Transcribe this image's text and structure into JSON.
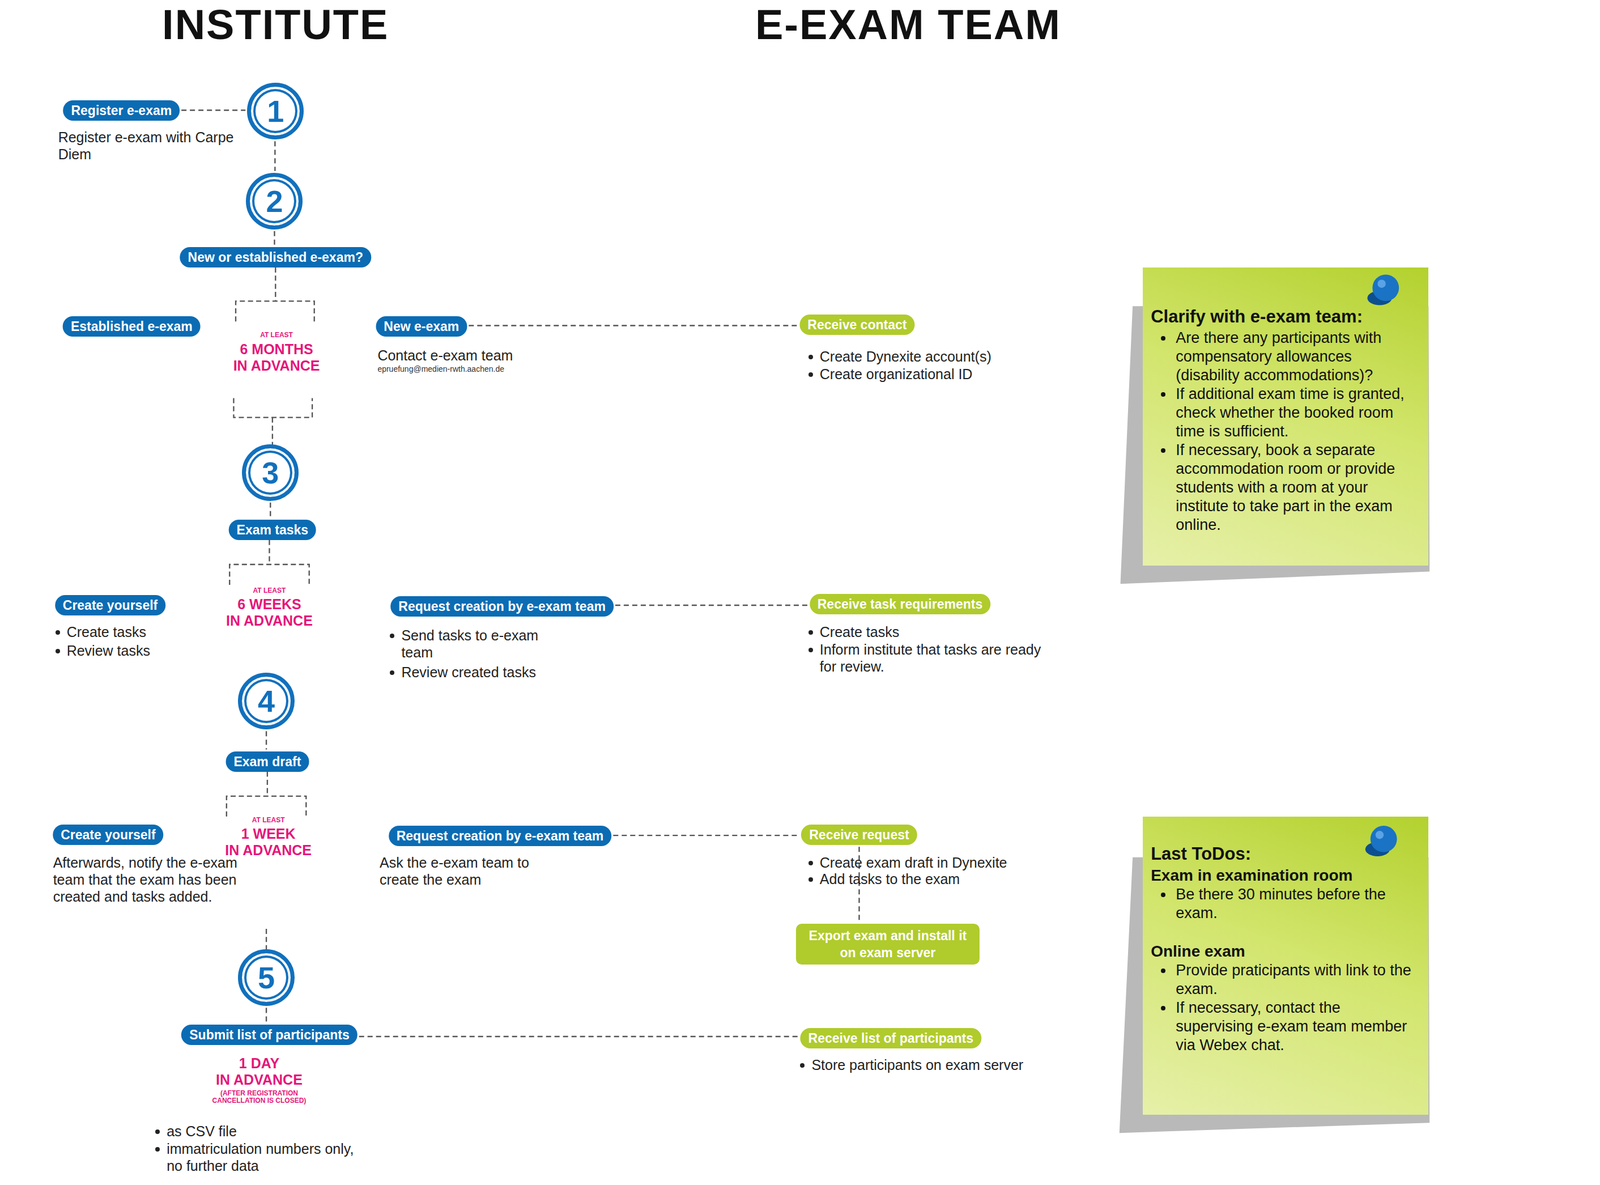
{
  "diagram": {
    "nodes": [
      {
        "text": [
          "1"
        ]
      },
      {
        "text": [
          "Register e-exam"
        ]
      },
      {
        "text": [
          "2"
        ]
      },
      {
        "text": [
          "New or established e-exam?"
        ]
      },
      {
        "text": [
          "Established e-exam"
        ]
      },
      {
        "text": [
          "New e-exam"
        ]
      },
      {
        "text": [
          "Receive contact"
        ]
      },
      {
        "text": [
          "3"
        ]
      },
      {
        "text": [
          "Exam tasks"
        ]
      },
      {
        "text": [
          "Create yourself"
        ]
      },
      {
        "text": [
          "Request creation by e-exam team"
        ]
      },
      {
        "text": [
          "Receive task requirements"
        ]
      },
      {
        "text": [
          "4"
        ]
      },
      {
        "text": [
          "Exam draft"
        ]
      },
      {
        "text": [
          "Create yourself"
        ]
      },
      {
        "text": [
          "Request creation by e-exam team"
        ]
      },
      {
        "text": [
          "Receive request"
        ]
      },
      {
        "text": [
          "Export exam and install it on exam server"
        ]
      },
      {
        "text": [
          "5"
        ]
      },
      {
        "text": [
          "Submit list of participants"
        ]
      },
      {
        "text": [
          "Receive list of participants"
        ]
      },
      {
        "text": [
          "Clarify with e-exam team:",
          "Are there any participants with compensatory allowances (disability accommodations)?",
          "If additional exam time is granted, check whether the booked room time is sufficient.",
          "If necessary, book a separate accommodation room or provide students with a room at your institute to take part in the exam online."
        ]
      },
      {
        "text": [
          "Last ToDos:",
          "Exam in examination room",
          "Be there 30 minutes before the exam.",
          "Online exam",
          "Provide praticipants with link to the exam.",
          "If necessary, contact the supervising e-exam team member via Webex chat."
        ]
      }
    ],
    "edges": [
      {
        "from": 1,
        "to": 0,
        "arrow": "none"
      },
      {
        "from": 0,
        "to": 2,
        "arrow": "none"
      },
      {
        "from": 2,
        "to": 3,
        "arrow": "none"
      },
      {
        "from": 5,
        "to": 6,
        "arrow": "none"
      },
      {
        "from": 7,
        "to": 8,
        "arrow": "none"
      },
      {
        "from": 10,
        "to": 11,
        "arrow": "none"
      },
      {
        "from": 12,
        "to": 13,
        "arrow": "none"
      },
      {
        "from": 15,
        "to": 16,
        "arrow": "none"
      },
      {
        "from": 16,
        "to": 17,
        "arrow": "none"
      },
      {
        "from": 18,
        "to": 19,
        "arrow": "none"
      },
      {
        "from": 19,
        "to": 20,
        "arrow": "none"
      }
    ],
    "labels": [
      "INSTITUTE",
      "E-EXAM TEAM",
      "Register e-exam with Carpe Diem",
      "AT LEAST",
      "6 MONTHS IN ADVANCE",
      "Contact e-exam team",
      "epruefung@medien-rwth.aachen.de",
      "Create Dynexite account(s)",
      "Create organizational ID",
      "AT LEAST",
      "6 WEEKS IN ADVANCE",
      "Create tasks",
      "Review tasks",
      "Send tasks to e-exam team",
      "Review created tasks",
      "Create tasks",
      "Inform institute that tasks are ready for review.",
      "AT LEAST",
      "1 WEEK IN ADVANCE",
      "Afterwards, notify the e-exam team that the exam has been created and tasks added.",
      "Ask the e-exam team to create the exam",
      "Create exam draft in Dynexite",
      "Add tasks to the exam",
      "1 DAY IN ADVANCE",
      "(AFTER REGISTRATION CANCELLATION IS CLOSED)",
      "as CSV file",
      "immatriculation numbers only, no further data",
      "Store participants on exam server"
    ]
  }
}
